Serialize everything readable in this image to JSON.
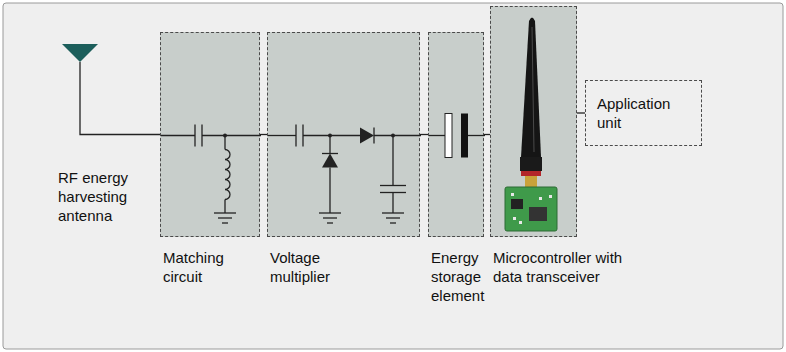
{
  "diagram": {
    "nodes": [
      {
        "text": [
          "Matching circuit"
        ]
      },
      {
        "text": [
          "Voltage multiplier"
        ]
      },
      {
        "text": [
          "Energy storage element"
        ]
      },
      {
        "text": [
          "Microcontroller with data transceiver"
        ]
      },
      {
        "text": [
          "Application unit"
        ]
      }
    ],
    "edges": [
      {
        "from": 0,
        "to": 1,
        "arrow": "none"
      },
      {
        "from": 1,
        "to": 2,
        "arrow": "none"
      },
      {
        "from": 2,
        "to": 3,
        "arrow": "none"
      },
      {
        "from": 3,
        "to": 4,
        "arrow": "none"
      }
    ],
    "labels": [
      "RF energy harvesting antenna"
    ]
  }
}
